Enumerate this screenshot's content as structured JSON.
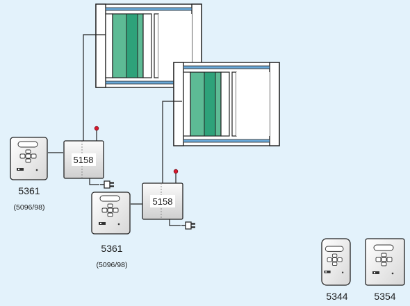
{
  "colors": {
    "background": "#e3f2fb",
    "panel_green": "#5dbb95",
    "panel_green_dark": "#2ea27a",
    "frame_blue": "#6aa9d8",
    "indicator_red": "#d9182d"
  },
  "controllers": [
    {
      "label": "5158"
    },
    {
      "label": "5158"
    }
  ],
  "keypads": [
    {
      "label": "5361",
      "sublabel": "(5096/98)"
    },
    {
      "label": "5361",
      "sublabel": "(5096/98)"
    }
  ],
  "remotes": [
    {
      "label": "5344"
    },
    {
      "label": "5354"
    }
  ]
}
